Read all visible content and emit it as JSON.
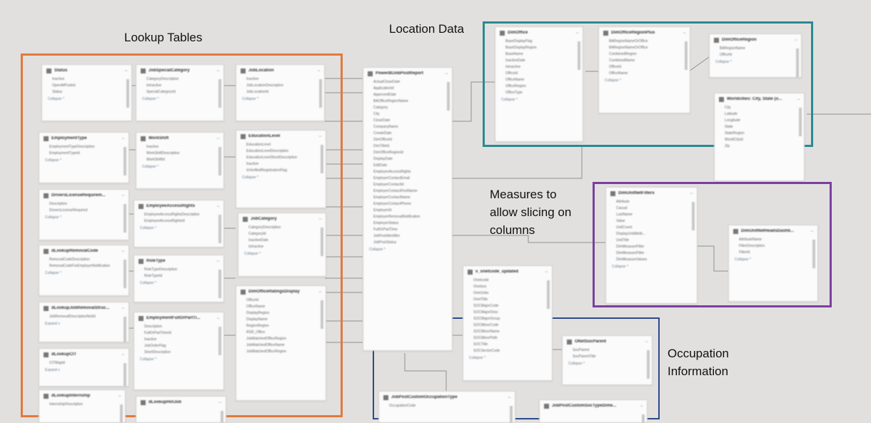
{
  "annotations": {
    "lookup": "Lookup Tables",
    "location": "Location Data",
    "measures_1": "Measures to",
    "measures_2": "allow slicing on",
    "measures_3": "columns",
    "occupation_1": "Occupation",
    "occupation_2": "Information"
  },
  "colors": {
    "background": "#e2e0de",
    "lookup_box": "#e07a3c",
    "location_box": "#2a8a92",
    "measures_box": "#7b3fa0",
    "occupation_box": "#2c4a8a"
  },
  "cards": {
    "status": {
      "title": "Status",
      "fields": [
        "Inactive",
        "OpenAtPosted",
        "Status"
      ],
      "footer": "Collapse ^"
    },
    "job_special": {
      "title": "JobSpecialCategory",
      "fields": [
        "CategoryDescription",
        "IsInactive",
        "SpecialCategoryId"
      ],
      "footer": "Collapse ^"
    },
    "job_location": {
      "title": "JobLocation",
      "fields": [
        "Inactive",
        "JobLocationDescription",
        "JobLocationId"
      ],
      "footer": "Collapse ^"
    },
    "employment_type": {
      "title": "EmploymentType",
      "fields": [
        "EmploymentTypeDescription",
        "EmploymentTypeId"
      ],
      "footer": "Collapse ^"
    },
    "work_shift": {
      "title": "WorkShift",
      "fields": [
        "Inactive",
        "WorkShiftDescription",
        "WorkShiftId"
      ],
      "footer": "Collapse ^"
    },
    "education_level": {
      "title": "EducationLevel",
      "fields": [
        "EducationLevel",
        "EducationLevelDescription",
        "EducationLevelShortDescription",
        "Inactive",
        "IsVerifiedRegistrationFlag"
      ],
      "footer": "Collapse ^"
    },
    "drivers_license": {
      "title": "DriversLicenseRequirem...",
      "fields": [
        "Description",
        "DriversLicenseRequired"
      ],
      "footer": "Collapse ^"
    },
    "employee_access": {
      "title": "EmployeeAccessRights",
      "fields": [
        "EmployeeAccessRightsDescription",
        "EmployeeAccessRightsId"
      ],
      "footer": "Collapse ^"
    },
    "job_category": {
      "title": "JobCategory",
      "fields": [
        "CategoryDescription",
        "CategoryId",
        "InactiveDate",
        "IsInactive"
      ],
      "footer": "Collapse ^"
    },
    "removal_code": {
      "title": "dLookupRemovalCode",
      "fields": [
        "RemovalCodeDescription",
        "RemovalCodeForEmployerNotification"
      ],
      "footer": "Collapse ^"
    },
    "role_type": {
      "title": "RoleType",
      "fields": [
        "RoleTypeDescription",
        "RoleTypeId"
      ],
      "footer": "Collapse ^"
    },
    "dim_office_rating": {
      "title": "DimOfficeRatingsDisplay",
      "fields": [
        "OfficeId",
        "OfficeName",
        "DisplayRegion",
        "DisplayName",
        "RegionRegion",
        "RSR_Office",
        "JobMatchedOfficeRegion",
        "JobMatchedOfficeName",
        "JobMatchedOfficeRegion"
      ],
      "footer": ""
    },
    "removal_structure": {
      "title": "dLookupJobRemovalStruc...",
      "fields": [
        "JobRemovalDescriptionNotId"
      ],
      "footer": "Expand v"
    },
    "employment_full": {
      "title": "EmploymentFullOrPartTi...",
      "fields": [
        "Description",
        "FullOrPartTimeId",
        "Inactive",
        "JobOrderFlag",
        "ShortDescription"
      ],
      "footer": "Collapse ^"
    },
    "lookup_cit": {
      "title": "dLookupCIT",
      "fields": [
        "CITMapId"
      ],
      "footer": "Expand v"
    },
    "internship": {
      "title": "dLookupInternship",
      "fields": [
        "InternshipDescription"
      ],
      "footer": ""
    },
    "hot_job": {
      "title": "dLookupHotJob",
      "fields": [],
      "footer": ""
    },
    "power_bi": {
      "title": "PowerBIJobPostReport",
      "fields": [
        "ActualCloseDate",
        "ApplicationId",
        "ApprovedDate",
        "BAOfficeRegionName",
        "Category",
        "City",
        "CloseDate",
        "CompanyName",
        "CreateDate",
        "DimOfficeId",
        "DimTitleId",
        "DimOfficeRegionId",
        "DisplayDate",
        "EditDate",
        "EmployeeAccessRights",
        "EmployerContactEmail",
        "EmployerContactId",
        "EmployerContactFirstName",
        "EmployerContactName",
        "EmployerContactPhone",
        "EmployerId",
        "EmployerRemovalNotification",
        "EmployerStatus",
        "FullOrPartTime",
        "JobPostIdentifier",
        "JobPostStatus"
      ],
      "footer": "Collapse ^"
    },
    "dim_office": {
      "title": "DimOffice",
      "fields": [
        "BaseDisplayFlag",
        "BaseDisplayRegion",
        "BaseName",
        "InactiveDate",
        "IsInactive",
        "OfficeId",
        "OfficeName",
        "OfficeRegion",
        "OfficeType"
      ],
      "footer": "Collapse ^"
    },
    "dim_office_region_plus": {
      "title": "DimOfficeRegionPlus",
      "fields": [
        "BARegionNameOrOffice",
        "BARegionNameOrOffice",
        "CombinedRegion",
        "CombinedName",
        "OfficeId",
        "OfficeName"
      ],
      "footer": "Collapse ^"
    },
    "dim_office_region": {
      "title": "DimOfficeRegion",
      "fields": [
        "BARegionName",
        "OfficeId"
      ],
      "footer": "Collapse ^"
    },
    "worldcities": {
      "title": "Worldcities: City, State (o...",
      "fields": [
        "City",
        "Latitude",
        "Longitude",
        "State",
        "StateRegion",
        "WorldCityId",
        "Zip"
      ],
      "footer": ""
    },
    "unit_filters": {
      "title": "DimUnitNetFilters",
      "fields": [
        "Attribute",
        "Casual",
        "LastName",
        "Value",
        "UnitCount",
        "DisplayUnitAttrib...",
        "UnitTitle",
        "DimMeasureFilter",
        "DimMeasureFilter",
        "DimMeasureValues"
      ],
      "footer": "Collapse ^"
    },
    "unit_net_heads": {
      "title": "DimUnitNetHeadsDashb...",
      "fields": [
        "AttributeName",
        "FilterDescription",
        "FilterId"
      ],
      "footer": "Collapse ^"
    },
    "v_onetcode": {
      "title": "v_onetcode_updated",
      "fields": [
        "Onetcode",
        "Onetsoc",
        "OnetJobs",
        "OnetTitle",
        "SOCMajorCode",
        "SOCMajorDesc",
        "SOCMajorGroup",
        "SOCMinorCode",
        "SOCMinorName",
        "SOCMinorPath",
        "SOCTitle",
        "SOCSectorCode"
      ],
      "footer": "Collapse ^"
    },
    "onet_soc": {
      "title": "ONetSocParent",
      "fields": [
        "SocParent",
        "SocParentTitle"
      ],
      "footer": "Collapse ^"
    },
    "job_post_custom": {
      "title": "JobPostCustomOccupationType",
      "fields": [
        "OccupationCode"
      ],
      "footer": ""
    },
    "job_post_soc": {
      "title": "JobPostCustomSocTypeDime...",
      "fields": [],
      "footer": ""
    }
  }
}
